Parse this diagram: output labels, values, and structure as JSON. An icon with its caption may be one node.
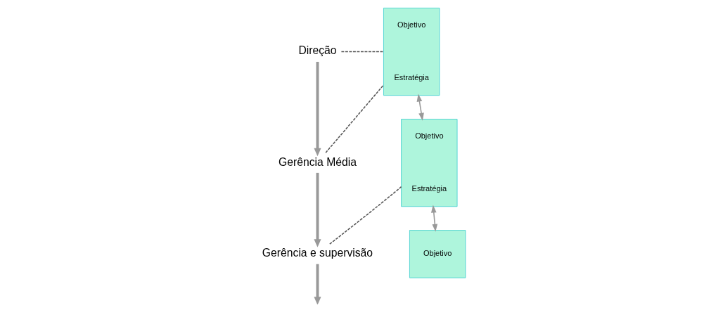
{
  "diagram": {
    "nodes": [
      {
        "text": [
          "Direção"
        ]
      },
      {
        "text": [
          "Gerência Média"
        ]
      },
      {
        "text": [
          "Gerência e supervisão"
        ]
      },
      {
        "text": [
          "Objetivo",
          "Estratégia"
        ]
      },
      {
        "text": [
          "Objetivo",
          "Estratégia"
        ]
      },
      {
        "text": [
          "Objetivo"
        ]
      }
    ],
    "edges": [
      {
        "from": 0,
        "to": 1,
        "arrow": "to",
        "style": "thick"
      },
      {
        "from": 1,
        "to": 2,
        "arrow": "to",
        "style": "thick"
      },
      {
        "from": 2,
        "to": null,
        "arrow": "to",
        "style": "thick"
      },
      {
        "from": 0,
        "to": 3,
        "arrow": "none",
        "style": "dashed",
        "color": "#555555"
      },
      {
        "from": 1,
        "to": 3,
        "arrow": "none",
        "style": "dashed",
        "color": "#555555"
      },
      {
        "from": 2,
        "to": 4,
        "arrow": "none",
        "style": "dashed",
        "color": "#555555"
      },
      {
        "from": 3,
        "to": 4,
        "arrow": "both"
      },
      {
        "from": 4,
        "to": 5,
        "arrow": "both"
      }
    ]
  }
}
